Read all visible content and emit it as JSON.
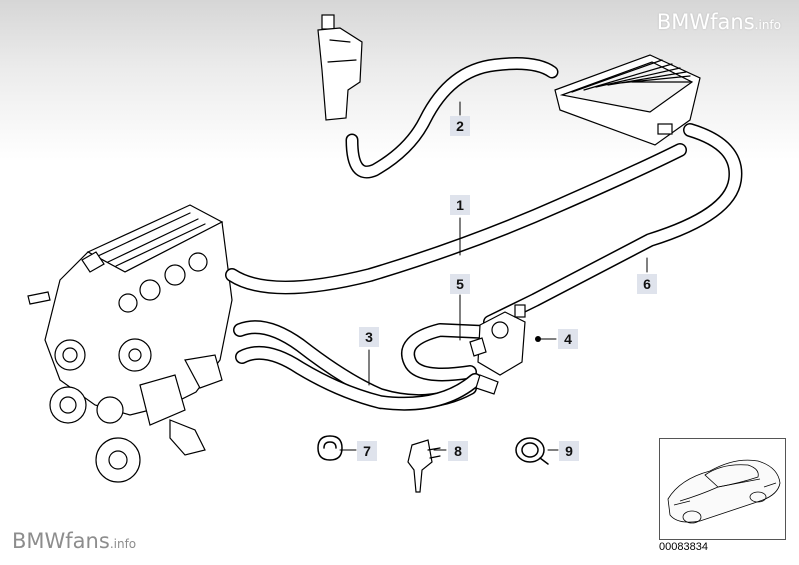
{
  "watermark": {
    "brand": "BMWfans",
    "suffix": ".info"
  },
  "callouts": [
    "1",
    "2",
    "3",
    "4",
    "5",
    "6",
    "7",
    "8",
    "9"
  ],
  "reference_number": "00083834",
  "colors": {
    "callout_bg": "#dfe3ec",
    "line": "#000000",
    "watermark_bottom": "#8d8d8d"
  }
}
